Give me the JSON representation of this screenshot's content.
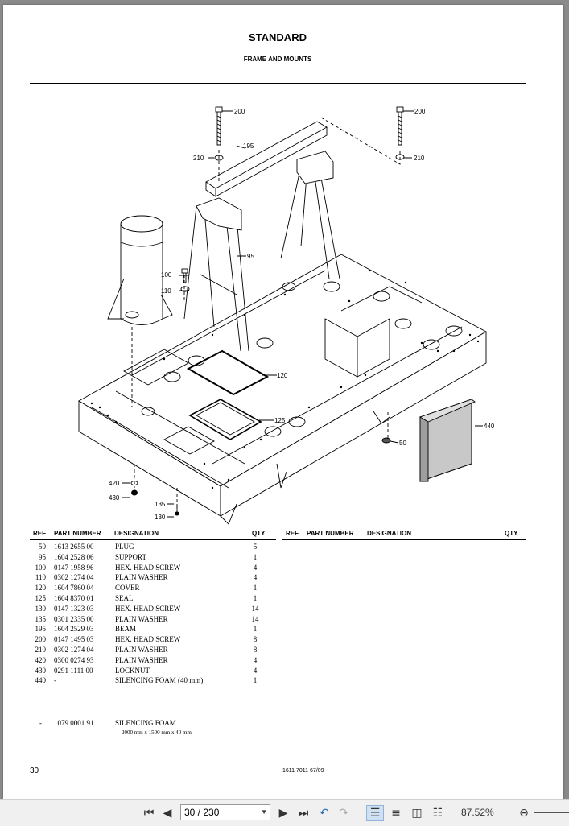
{
  "document": {
    "title": "STANDARD",
    "subtitle": "FRAME AND MOUNTS",
    "page_number": "30",
    "doc_code": "1611 7011 67/09"
  },
  "drawing_labels": {
    "l200a": "200",
    "l200b": "200",
    "l210a": "210",
    "l210b": "210",
    "l195": "195",
    "l95": "95",
    "l100": "100",
    "l110": "110",
    "l120": "120",
    "l125": "125",
    "l440": "440",
    "l50": "50",
    "l420": "420",
    "l430": "430",
    "l135": "135",
    "l130": "130"
  },
  "table_headers": {
    "ref": "REF",
    "part_number": "PART NUMBER",
    "designation": "DESIGNATION",
    "qty": "QTY"
  },
  "parts": [
    {
      "ref": "50",
      "pn": "1613 2655 00",
      "des": "PLUG",
      "qty": "5"
    },
    {
      "ref": "95",
      "pn": "1604 2528 06",
      "des": "SUPPORT",
      "qty": "1"
    },
    {
      "ref": "100",
      "pn": "0147 1958 96",
      "des": "HEX. HEAD SCREW",
      "qty": "4"
    },
    {
      "ref": "110",
      "pn": "0302 1274 04",
      "des": "PLAIN WASHER",
      "qty": "4"
    },
    {
      "ref": "120",
      "pn": "1604 7860 04",
      "des": "COVER",
      "qty": "1"
    },
    {
      "ref": "125",
      "pn": "1604 8370 01",
      "des": "SEAL",
      "qty": "1"
    },
    {
      "ref": "130",
      "pn": "0147 1323 03",
      "des": "HEX. HEAD SCREW",
      "qty": "14"
    },
    {
      "ref": "135",
      "pn": "0301 2335 00",
      "des": "PLAIN WASHER",
      "qty": "14"
    },
    {
      "ref": "195",
      "pn": "1604 2529 03",
      "des": "BEAM",
      "qty": "1"
    },
    {
      "ref": "200",
      "pn": "0147 1495 03",
      "des": "HEX. HEAD SCREW",
      "qty": "8"
    },
    {
      "ref": "210",
      "pn": "0302 1274 04",
      "des": "PLAIN WASHER",
      "qty": "8"
    },
    {
      "ref": "420",
      "pn": "0300 0274 93",
      "des": "PLAIN WASHER",
      "qty": "4"
    },
    {
      "ref": "430",
      "pn": "0291 1111 00",
      "des": "LOCKNUT",
      "qty": "4"
    },
    {
      "ref": "440",
      "pn": "-",
      "des": "SILENCING FOAM  (40 mm)",
      "qty": "1"
    }
  ],
  "extra_part": {
    "ref": "-",
    "pn": "1079 0001 91",
    "des": "SILENCING FOAM",
    "note": "2000 mm x 1500 mm x 40 mm"
  },
  "toolbar": {
    "page_display": "30 / 230",
    "zoom": "87.52%"
  },
  "colors": {
    "viewer_bg": "#8a8a8a",
    "toolbar_bg": "#f0f0f0",
    "foam_fill": "#c8c8c8"
  }
}
